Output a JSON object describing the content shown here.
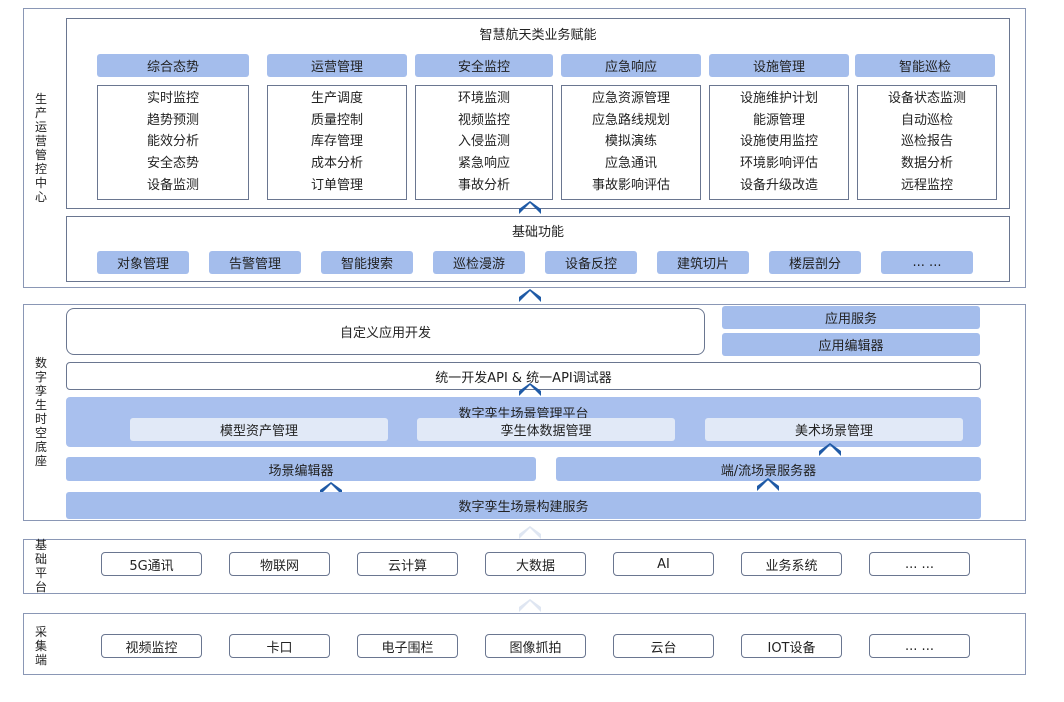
{
  "colors": {
    "pill": "#a4bdec",
    "pill_light": "#e1e9f7",
    "platform_bg": "#a9c0ee",
    "arrow": "#1f5aa6",
    "border": "#6a7690"
  },
  "layers": {
    "center": {
      "label": "生产运营管控中心",
      "business": {
        "title": "智慧航天类业务赋能",
        "columns": [
          {
            "header": "综合态势",
            "items": [
              "实时监控",
              "趋势预测",
              "能效分析",
              "安全态势",
              "设备监测"
            ]
          },
          {
            "header": "运营管理",
            "items": [
              "生产调度",
              "质量控制",
              "库存管理",
              "成本分析",
              "订单管理"
            ]
          },
          {
            "header": "安全监控",
            "items": [
              "环境监测",
              "视频监控",
              "入侵监测",
              "紧急响应",
              "事故分析"
            ]
          },
          {
            "header": "应急响应",
            "items": [
              "应急资源管理",
              "应急路线规划",
              "模拟演练",
              "应急通讯",
              "事故影响评估"
            ]
          },
          {
            "header": "设施管理",
            "items": [
              "设施维护计划",
              "能源管理",
              "设施使用监控",
              "环境影响评估",
              "设备升级改造"
            ]
          },
          {
            "header": "智能巡检",
            "items": [
              "设备状态监测",
              "自动巡检",
              "巡检报告",
              "数据分析",
              "远程监控"
            ]
          }
        ]
      },
      "basic": {
        "title": "基础功能",
        "items": [
          "对象管理",
          "告警管理",
          "智能搜索",
          "巡检漫游",
          "设备反控",
          "建筑切片",
          "楼层剖分",
          "... ..."
        ]
      }
    },
    "twin": {
      "label": "数字孪生时空底座",
      "custom_app": "自定义应用开发",
      "app_service": "应用服务",
      "app_editor": "应用编辑器",
      "api": "统一开发API & 统一API调试器",
      "platform": {
        "title": "数字孪生场景管理平台",
        "items": [
          "模型资产管理",
          "孪生体数据管理",
          "美术场景管理"
        ]
      },
      "scene_editor": "场景编辑器",
      "scene_server": "端/流场景服务器",
      "build_service": "数字孪生场景构建服务"
    },
    "base": {
      "label": "基础平台",
      "items": [
        "5G通讯",
        "物联网",
        "云计算",
        "大数据",
        "AI",
        "业务系统",
        "... ..."
      ]
    },
    "collect": {
      "label": "采集端",
      "items": [
        "视频监控",
        "卡口",
        "电子围栏",
        "图像抓拍",
        "云台",
        "IOT设备",
        "... ..."
      ]
    }
  }
}
